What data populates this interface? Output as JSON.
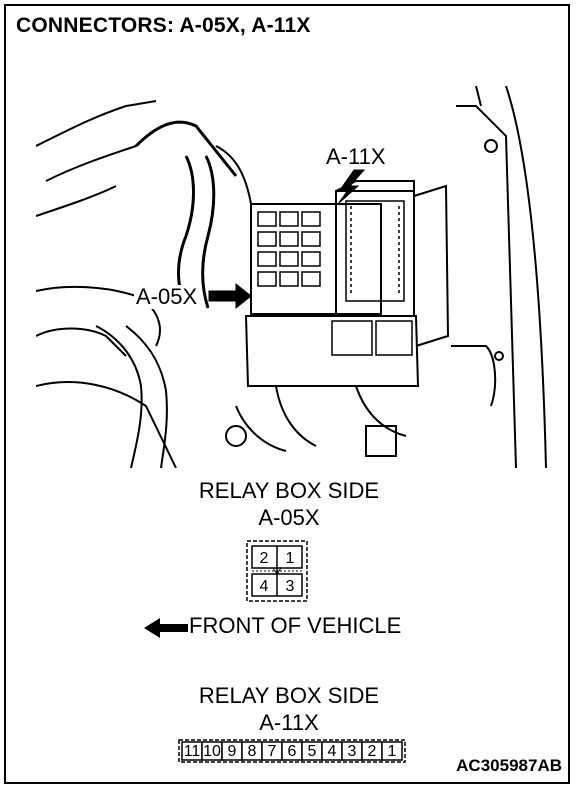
{
  "title": "CONNECTORS: A-05X, A-11X",
  "callouts": {
    "a11x": "A-11X",
    "a05x": "A-05X"
  },
  "connector_a05x": {
    "side_label": "RELAY BOX SIDE",
    "name": "A-05X",
    "pins": [
      "2",
      "1",
      "4",
      "3"
    ]
  },
  "direction_label": "FRONT OF VEHICLE",
  "connector_a11x": {
    "side_label": "RELAY BOX SIDE",
    "name": "A-11X",
    "pins": [
      "11",
      "10",
      "9",
      "8",
      "7",
      "6",
      "5",
      "4",
      "3",
      "2",
      "1"
    ]
  },
  "figure_code": "AC305987AB"
}
